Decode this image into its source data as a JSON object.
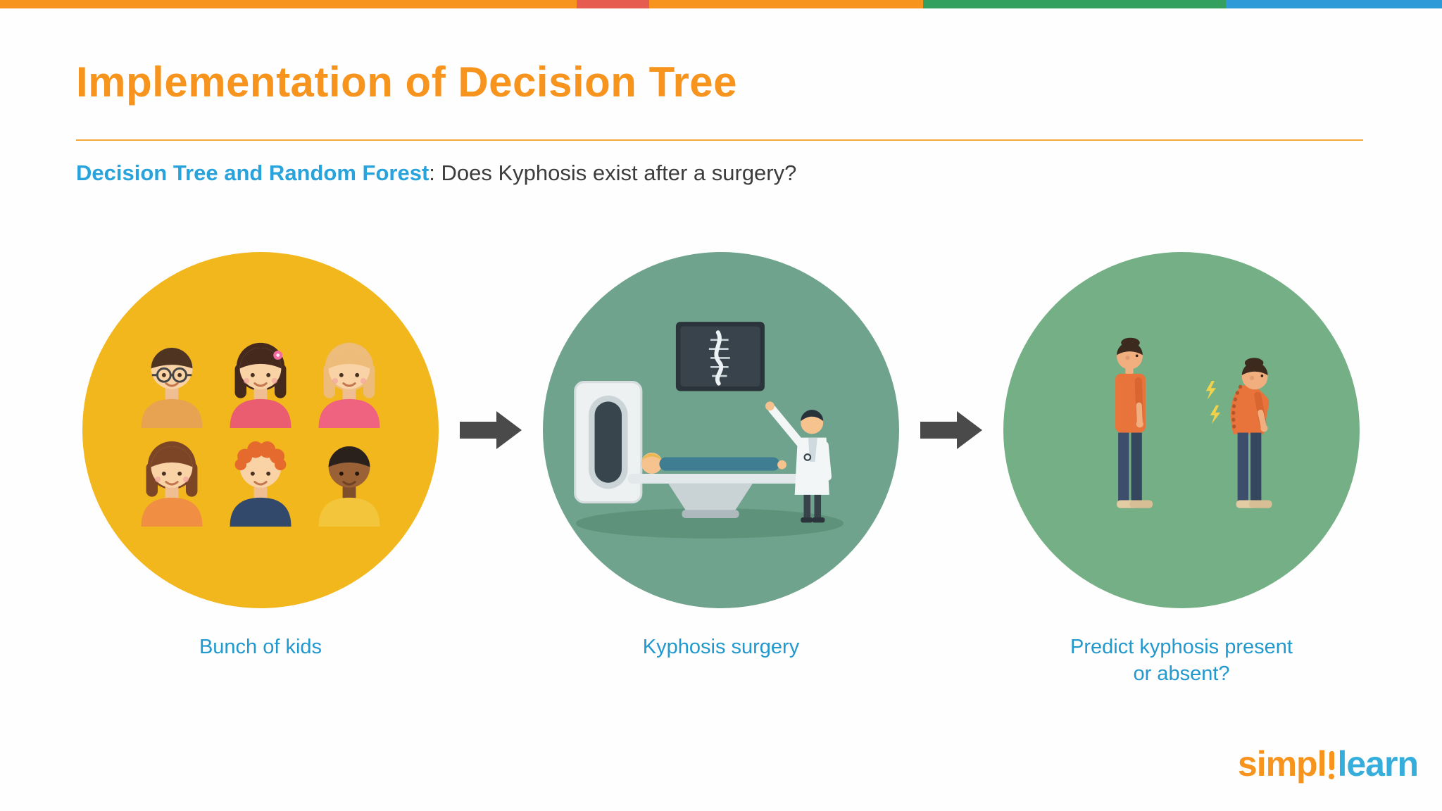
{
  "header": {
    "title": "Implementation of Decision Tree"
  },
  "subtitle": {
    "lead": "Decision Tree and Random Forest",
    "rest": ": Does Kyphosis exist after a surgery?"
  },
  "steps": [
    {
      "label": "Bunch of kids",
      "illustration": "six-kids-avatars",
      "circle_color": "#F2B71C"
    },
    {
      "label": "Kyphosis surgery",
      "illustration": "xray-surgery-scene",
      "circle_color": "#6FA38D"
    },
    {
      "label": "Predict kyphosis present or absent?",
      "illustration": "two-men-posture-comparison",
      "circle_color": "#74AF85"
    }
  ],
  "arrows": {
    "icon": "arrow-right",
    "color": "#4A4A4A",
    "count": 2
  },
  "top_bar_colors": [
    "#F7941E",
    "#E65C4F",
    "#F7941E",
    "#33A05F",
    "#2E9BD8"
  ],
  "logo": {
    "left": "simpl",
    "right": "learn",
    "separator_icon": "i-dot",
    "left_color": "#F7941E",
    "right_color": "#35AEDC"
  },
  "colors": {
    "title_orange": "#F7941E",
    "subtitle_blue": "#29A3DC",
    "body_text": "#3C3C3C",
    "label_blue": "#2199CF",
    "arrow_gray": "#4A4A4A"
  }
}
